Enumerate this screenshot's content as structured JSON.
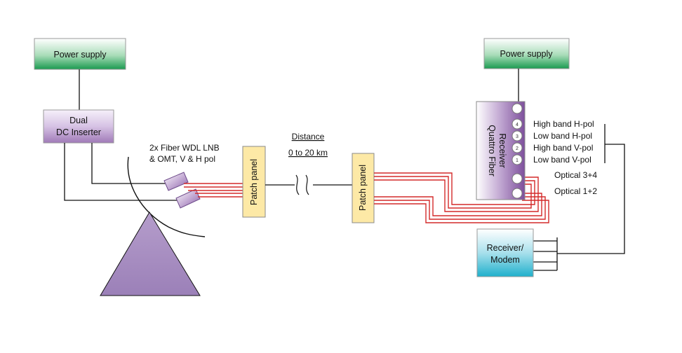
{
  "labels": {
    "power_supply_left": "Power supply",
    "power_supply_right": "Power supply",
    "dc_inserter_line1": "Dual",
    "dc_inserter_line2": "DC Inserter",
    "lnb_line1": "2x Fiber WDL LNB",
    "lnb_line2": "& OMT, V & H pol",
    "patch_panel_left": "Patch panel",
    "patch_panel_right": "Patch panel",
    "distance_title": "Distance",
    "distance_value": "0 to 20 km",
    "quattro_line1": "Quattro Fiber",
    "quattro_line2": "Receiver",
    "receiver_line1": "Receiver/",
    "receiver_line2": "Modem",
    "optical_34": "Optical 3+4",
    "optical_12": "Optical 1+2"
  },
  "ports": [
    {
      "number": "4",
      "label": "High band H-pol"
    },
    {
      "number": "3",
      "label": "Low band H-pol"
    },
    {
      "number": "2",
      "label": "High band V-pol"
    },
    {
      "number": "1",
      "label": "Low band V-pol"
    }
  ],
  "colors": {
    "power_supply_top": "#ffffff",
    "power_supply_bottom": "#1a9a50",
    "dc_inserter_top": "#f4eef8",
    "dc_inserter_bottom": "#a07ab8",
    "patch_panel_fill": "#fde9a6",
    "quattro_fill": "#9a72b3",
    "receiver_top": "#ffffff",
    "receiver_bottom": "#1fb0cc",
    "fiber_red": "#d42a2a",
    "dish_base": "#a98fc1",
    "line": "#111111"
  }
}
